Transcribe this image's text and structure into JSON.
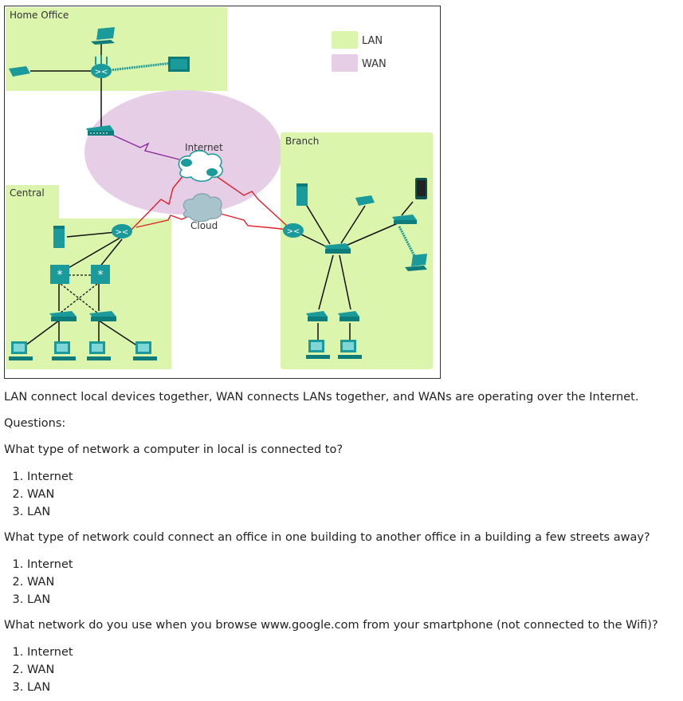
{
  "diagram": {
    "regions": {
      "home_office": "Home Office",
      "central": "Central",
      "branch": "Branch",
      "internet": "Internet",
      "cloud": "Cloud"
    },
    "legend": [
      {
        "label": "LAN",
        "color": "#dcf5ad"
      },
      {
        "label": "WAN",
        "color": "#e6cfe6"
      }
    ],
    "colors": {
      "lan": "#dcf5ad",
      "wan": "#e6cfe6",
      "device": "#1a9a9a",
      "serial_link": "#e0202a",
      "dsl_link": "#8a2a9a"
    }
  },
  "content": {
    "intro": "LAN connect local devices together, WAN connects LANs together, and WANs are operating over the Internet.",
    "questions_heading": "Questions:",
    "questions": [
      {
        "text": "What type of network a computer in local is connected to?",
        "options": [
          "Internet",
          "WAN",
          "LAN"
        ]
      },
      {
        "text": "What type of network could connect an office in one building to another office in a building a few streets away?",
        "options": [
          "Internet",
          "WAN",
          "LAN"
        ]
      },
      {
        "text": "What network do you use when you browse www.google.com from your smartphone (not connected to the Wifi)?",
        "options": [
          "Internet",
          "WAN",
          "LAN"
        ]
      }
    ]
  }
}
